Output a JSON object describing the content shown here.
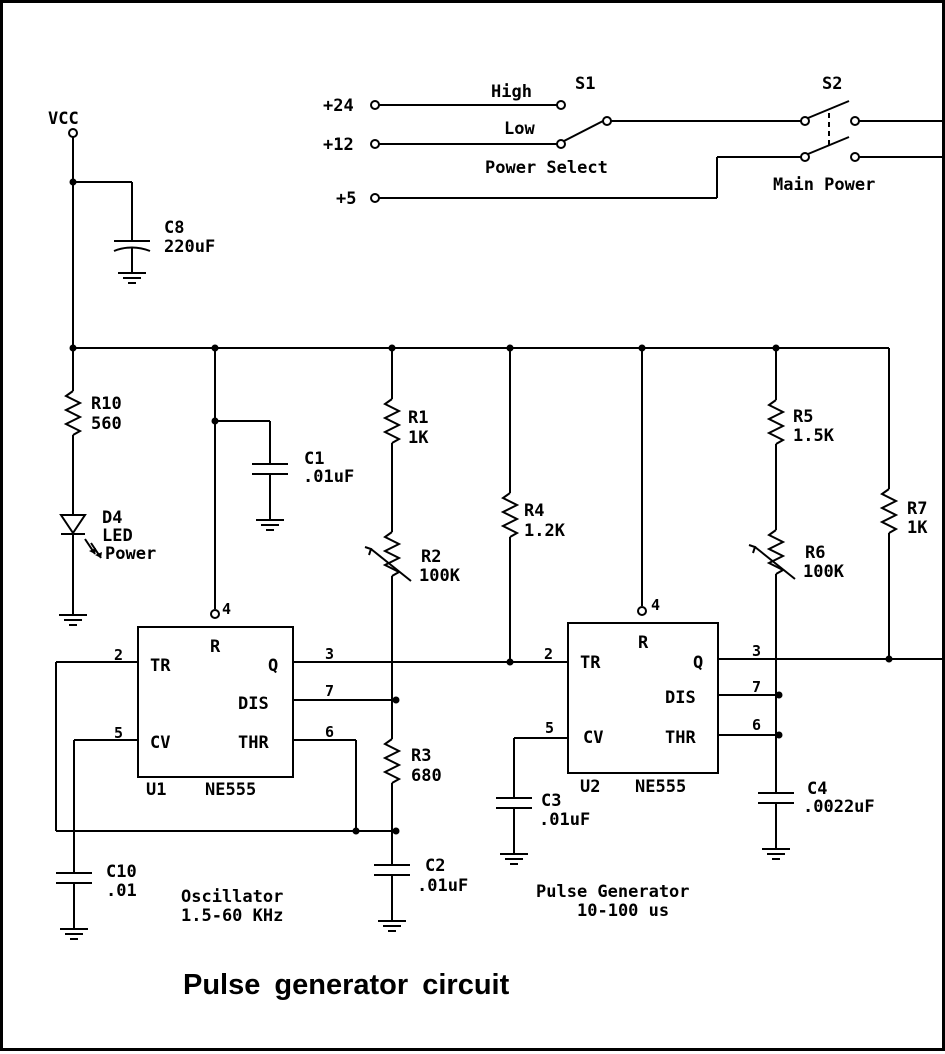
{
  "caption": "Pulse  generator  circuit",
  "rails": {
    "vcc": "VCC",
    "v24": "+24",
    "v12": "+12",
    "v5": "+5"
  },
  "switches": {
    "s1": "S1",
    "s2": "S2",
    "high": "High",
    "low": "Low",
    "power_select": "Power Select",
    "main_power": "Main Power"
  },
  "components": {
    "c8": {
      "ref": "C8",
      "value": "220uF"
    },
    "r10": {
      "ref": "R10",
      "value": "560"
    },
    "d4": {
      "ref": "D4",
      "value": "LED",
      "note": "Power"
    },
    "c1": {
      "ref": "C1",
      "value": ".01uF"
    },
    "r1": {
      "ref": "R1",
      "value": "1K"
    },
    "r2": {
      "ref": "R2",
      "value": "100K"
    },
    "r3": {
      "ref": "R3",
      "value": "680"
    },
    "c2": {
      "ref": "C2",
      "value": ".01uF"
    },
    "c10": {
      "ref": "C10",
      "value": ".01"
    },
    "r4": {
      "ref": "R4",
      "value": "1.2K"
    },
    "c3": {
      "ref": "C3",
      "value": ".01uF"
    },
    "r5": {
      "ref": "R5",
      "value": "1.5K"
    },
    "r6": {
      "ref": "R6",
      "value": "100K"
    },
    "c4": {
      "ref": "C4",
      "value": ".0022uF"
    },
    "r7": {
      "ref": "R7",
      "value": "1K"
    }
  },
  "ics": {
    "u1": {
      "ref": "U1",
      "part": "NE555",
      "pin_tr": "TR",
      "pin_r": "R",
      "pin_q": "Q",
      "pin_dis": "DIS",
      "pin_cv": "CV",
      "pin_thr": "THR",
      "n_tr": "2",
      "n_r": "4",
      "n_q": "3",
      "n_dis": "7",
      "n_cv": "5",
      "n_thr": "6"
    },
    "u2": {
      "ref": "U2",
      "part": "NE555",
      "pin_tr": "TR",
      "pin_r": "R",
      "pin_q": "Q",
      "pin_dis": "DIS",
      "pin_cv": "CV",
      "pin_thr": "THR",
      "n_tr": "2",
      "n_r": "4",
      "n_q": "3",
      "n_dis": "7",
      "n_cv": "5",
      "n_thr": "6"
    }
  },
  "blocks": {
    "oscillator": "Oscillator",
    "osc_range": "1.5-60 KHz",
    "pulse_gen": "Pulse Generator",
    "pulse_range": "10-100 us"
  }
}
